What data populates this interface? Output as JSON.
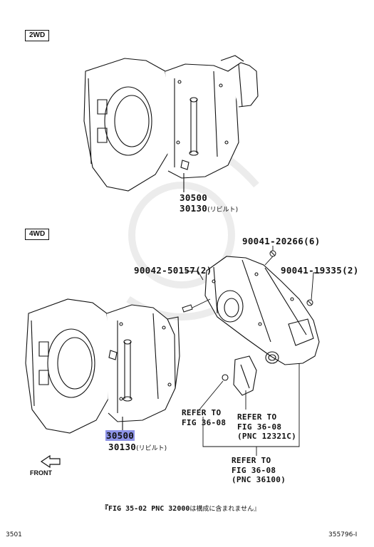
{
  "labels": {
    "box_2wd": "2WD",
    "box_4wd": "4WD",
    "front": "FRONT"
  },
  "parts_2wd": {
    "main_pn": "30500",
    "rebuilt_pn": "30130",
    "rebuilt_suffix": "(リビルト)"
  },
  "parts_4wd": {
    "main_pn": "30500",
    "rebuilt_pn": "30130",
    "rebuilt_suffix": "(リビルト)",
    "bolt_a": "90041-20266(6)",
    "bolt_b": "90042-50157(2)",
    "bolt_c": "90041-19335(2)"
  },
  "references": {
    "ref1": "REFER TO\nFIG 36-08",
    "ref2": "REFER TO\nFIG 36-08\n(PNC 12321C)",
    "ref3": "REFER TO\nFIG 36-08\n(PNC 36100)"
  },
  "note": {
    "prefix": "『FIG 35-02 PNC 32000",
    "suffix": "は構成に含まれません』"
  },
  "footer": {
    "page_code": "3501",
    "drawing_id": "355796-I"
  }
}
